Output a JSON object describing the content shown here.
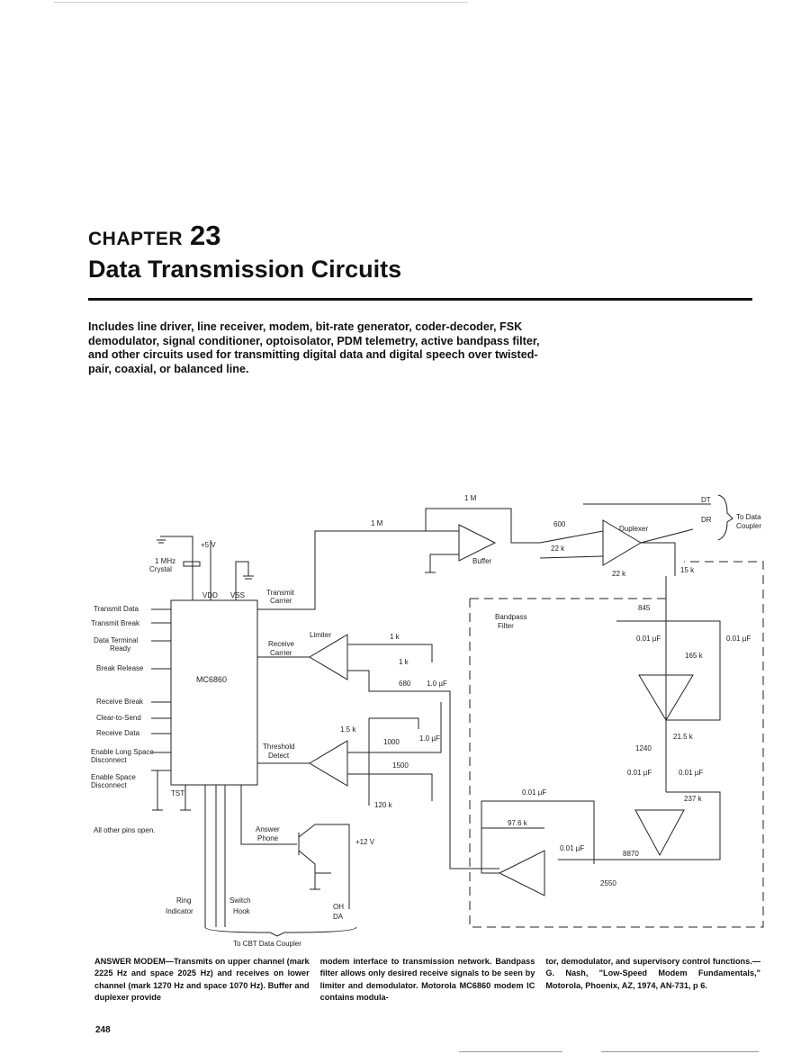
{
  "chapter": {
    "label": "CHAPTER",
    "number": "23",
    "title": "Data Transmission Circuits"
  },
  "intro": "Includes line driver, line receiver, modem, bit-rate generator, coder-decoder, FSK demodulator, signal conditioner, optoisolator, PDM telemetry, active bandpass filter, and other circuits used for transmitting digital data and digital speech over twisted-pair, coaxial, or balanced line.",
  "schematic": {
    "ic_name": "MC6860",
    "vdd": "VDD",
    "vss": "VSS",
    "tst": "TST",
    "pins_left": [
      "Transmit Data",
      "Transmit Break",
      "Data Terminal",
      "Ready",
      "Break Release",
      "Receive Break",
      "Clear-to-Send",
      "Receive Data",
      "Enable Long Space",
      "Disconnect",
      "Enable Space",
      "Disconnect"
    ],
    "supply": "+5 V",
    "crystal": [
      "1 MHz",
      "Crystal"
    ],
    "transmit_carrier": [
      "Transmit",
      "Carrier"
    ],
    "receive_carrier": [
      "Receive",
      "Carrier"
    ],
    "limiter": "Limiter",
    "threshold_detect": [
      "Threshold",
      "Detect"
    ],
    "answer_phone": [
      "Answer",
      "Phone"
    ],
    "plus12": "+12 V",
    "oh": "OH",
    "da": "DA",
    "ring_indicator": [
      "Ring",
      "Indicator"
    ],
    "switch_hook": [
      "Switch",
      "Hook"
    ],
    "other_pins": "All other pins open.",
    "to_cbt": "To CBT Data Coupler",
    "buffer": "Buffer",
    "duplexer": "Duplexer",
    "bandpass": [
      "Bandpass",
      "Filter"
    ],
    "dt": "DT",
    "dr": "DR",
    "to_data_coupler": [
      "To Data",
      "Coupler"
    ],
    "values": {
      "r1m_a": "1 M",
      "r1m_b": "1 M",
      "r600": "600",
      "r22k_a": "22 k",
      "r22k_b": "22 k",
      "r15k": "15 k",
      "r845": "845",
      "c001a": "0.01 µF",
      "c001b": "0.01 µF",
      "r165k": "165 k",
      "r1k_a": "1 k",
      "r1k_b": "1 k",
      "r680": "680",
      "c10a": "1.0 µF",
      "r15k2": "1.5 k",
      "r1000": "1000",
      "c10b": "1.0 µF",
      "r1500": "1500",
      "r120k": "120 k",
      "r215k": "21.5 k",
      "r1240": "1240",
      "c001c": "0.01 µF",
      "c001d": "0.01 µF",
      "r237k": "237 k",
      "c001e": "0.01 µF",
      "r976k": "97.6 k",
      "c001f": "0.01 µF",
      "r8870": "8870",
      "r2550": "2550"
    }
  },
  "caption": {
    "col1": "ANSWER MODEM—Transmits on upper channel (mark 2225 Hz and space 2025 Hz) and receives on lower channel (mark 1270 Hz and space 1070 Hz). Buffer and duplexer provide",
    "col2": "modem interface to transmission network. Bandpass filter allows only desired receive signals to be seen by limiter and demodulator. Motorola MC6860 modem IC contains modula-",
    "col3": "tor, demodulator, and supervisory control functions.—G. Nash, \"Low-Speed Modem Fundamentals,\" Motorola, Phoenix, AZ, 1974, AN-731, p 6."
  },
  "page_number": "248"
}
